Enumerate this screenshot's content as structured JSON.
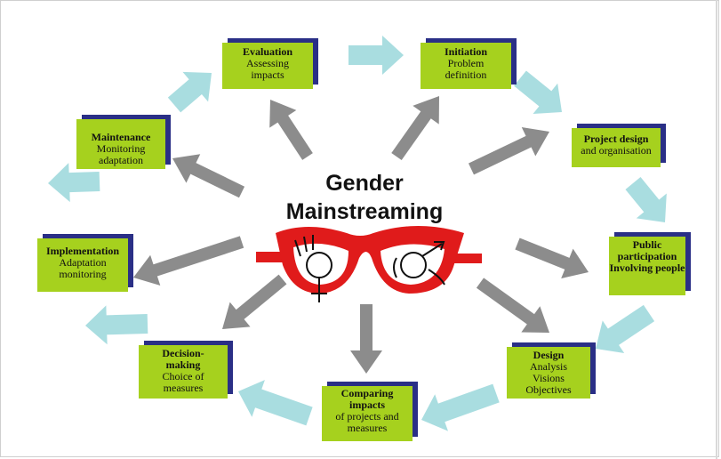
{
  "title": {
    "line1": "Gender",
    "line2": "Mainstreaming"
  },
  "colors": {
    "box": "#a6d11e",
    "box_shadow": "#2a2f86",
    "cycle_arrow": "#a9dde0",
    "spoke_arrow": "#8c8c8c",
    "glasses": "#e01b1b"
  },
  "icons": {
    "female": "venus-symbol",
    "male": "mars-symbol",
    "glasses": "glasses"
  },
  "stages": [
    {
      "id": "evaluation",
      "title": "Evaluation",
      "lines": [
        "Assessing",
        "impacts"
      ]
    },
    {
      "id": "initiation",
      "title": "Initiation",
      "lines": [
        "Problem",
        "definition"
      ]
    },
    {
      "id": "project-design",
      "title": "Project design",
      "lines": [
        "and organisation"
      ]
    },
    {
      "id": "public-participation",
      "title": "Public participation Involving people",
      "lines": []
    },
    {
      "id": "design",
      "title": "Design",
      "lines": [
        "Analysis",
        "Visions",
        "Objectives"
      ]
    },
    {
      "id": "comparing-impacts",
      "title": "Comparing impacts",
      "lines": [
        "of projects and",
        "measures"
      ]
    },
    {
      "id": "decision-making",
      "title": "Decision-making",
      "lines": [
        "Choice of",
        "measures"
      ]
    },
    {
      "id": "implementation",
      "title": "Implementation",
      "lines": [
        "Adaptation",
        "monitoring"
      ]
    },
    {
      "id": "maintenance",
      "title": "Maintenance",
      "lines": [
        "Monitoring",
        "adaptation"
      ]
    }
  ]
}
